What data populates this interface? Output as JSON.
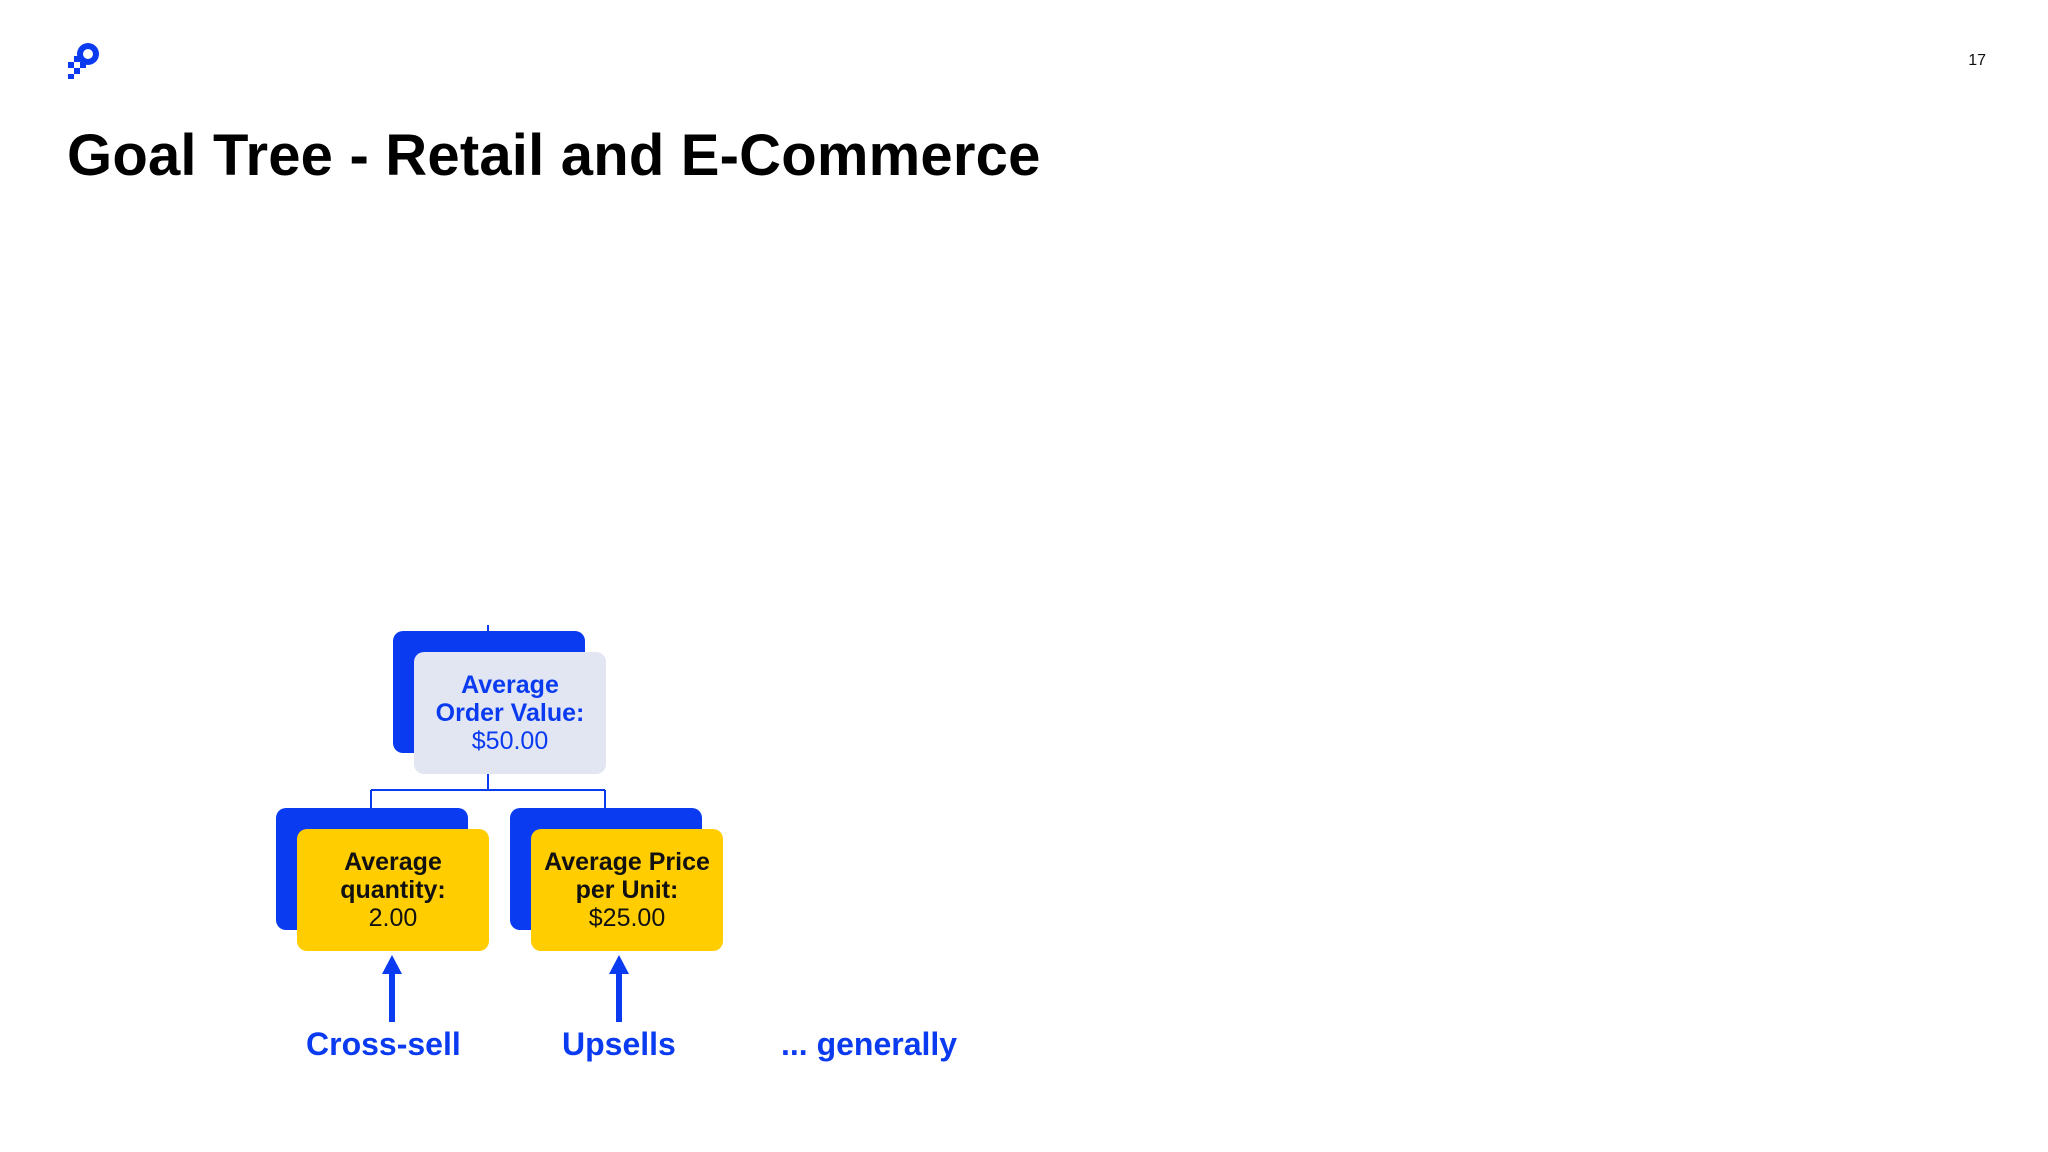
{
  "slide": {
    "title": "Goal Tree - Retail and E-Commerce",
    "page_number": "17",
    "logo_icon": "rocket-logo-icon"
  },
  "colors": {
    "brand_blue": "#0a3bf0",
    "root_fill": "#e2e5f2",
    "child_fill": "#ffcd00",
    "title_text": "#000000"
  },
  "tree": {
    "root": {
      "label": "Average\nOrder Value:",
      "value": "$50.00"
    },
    "children": [
      {
        "label": "Average\nquantity:",
        "value": "2.00"
      },
      {
        "label": "Average Price\nper Unit:",
        "value": "$25.00"
      }
    ]
  },
  "drivers": {
    "cross_sell": "Cross-sell",
    "upsells": "Upsells",
    "generally": "... generally"
  }
}
